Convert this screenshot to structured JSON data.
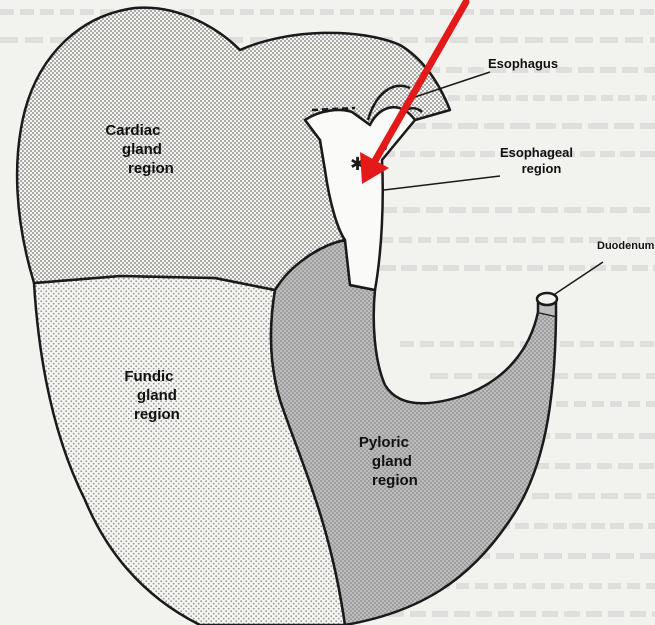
{
  "diagram": {
    "regions": {
      "cardiac": [
        "Cardiac",
        "gland",
        "region"
      ],
      "fundic": [
        "Fundic",
        "gland",
        "region"
      ],
      "pyloric": [
        "Pyloric",
        "gland",
        "region"
      ],
      "esophageal": [
        "Esophageal",
        "region"
      ]
    },
    "labels": {
      "esophagus": "Esophagus",
      "duodenum": "Duodenum"
    },
    "annotation": {
      "arrow_color": "#e41a1a"
    },
    "colors": {
      "outline": "#1a1a1a",
      "pyloric_fill": "#b9b9b9",
      "page": "#f2f2ef"
    }
  }
}
